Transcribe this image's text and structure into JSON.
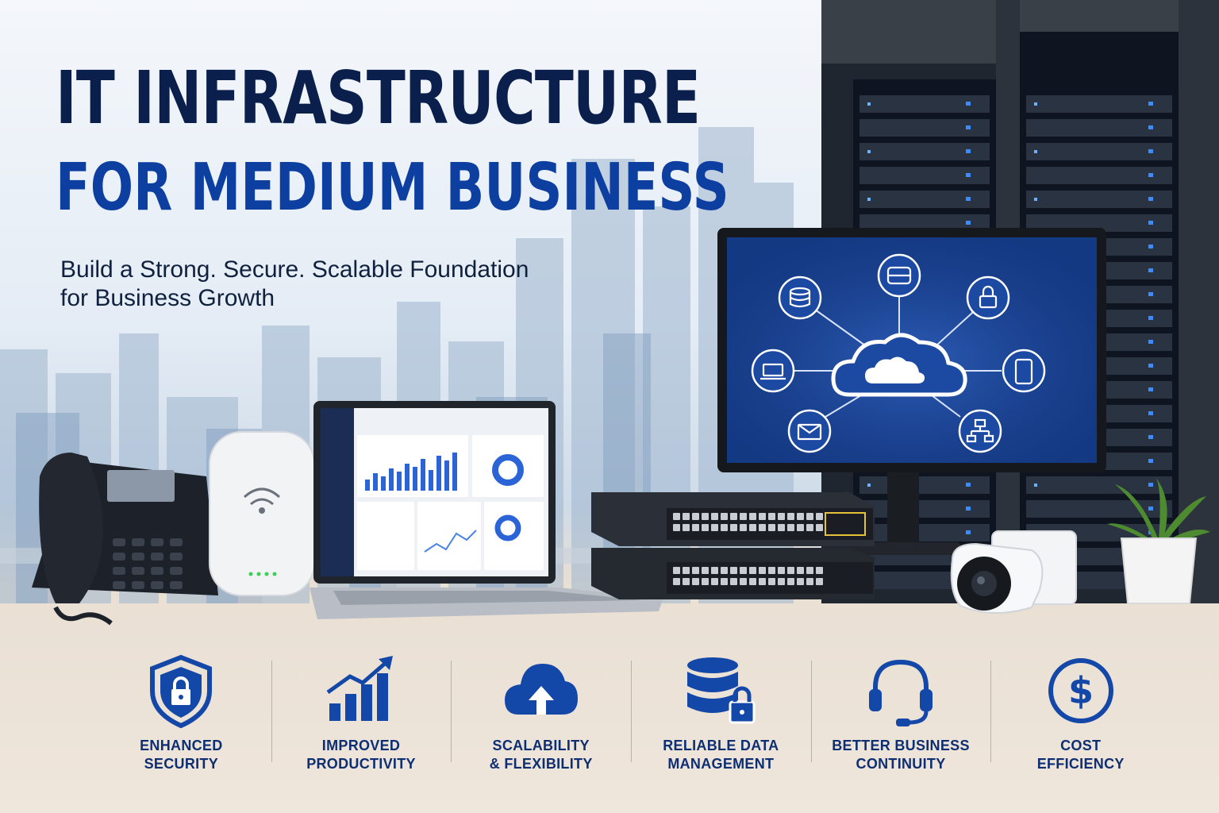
{
  "headline": {
    "line1": "IT INFRASTRUCTURE",
    "line2": "FOR MEDIUM BUSINESS"
  },
  "subtitle": {
    "line1": "Build a Strong. Secure. Scalable Foundation",
    "line2": "for Business Growth"
  },
  "benefits": [
    {
      "icon": "shield-lock-icon",
      "line1": "ENHANCED",
      "line2": "SECURITY"
    },
    {
      "icon": "growth-chart-icon",
      "line1": "IMPROVED",
      "line2": "PRODUCTIVITY"
    },
    {
      "icon": "cloud-upload-icon",
      "line1": "SCALABILITY",
      "line2": "& FLEXIBILITY"
    },
    {
      "icon": "database-lock-icon",
      "line1": "RELIABLE DATA",
      "line2": "MANAGEMENT"
    },
    {
      "icon": "headset-icon",
      "line1": "BETTER BUSINESS",
      "line2": "CONTINUITY"
    },
    {
      "icon": "dollar-circle-icon",
      "line1": "COST",
      "line2": "EFFICIENCY"
    }
  ],
  "colors": {
    "navy": "#0b1f4d",
    "brand_blue": "#0d3fa0",
    "icon_blue": "#1448a8",
    "screen_blue": "#14387f"
  }
}
